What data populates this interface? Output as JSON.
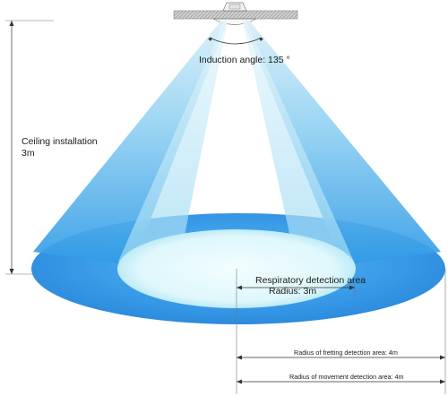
{
  "diagram": {
    "induction_angle_label": "Induction angle: 135 °",
    "ceiling_label_line1": "Ceiling installation",
    "ceiling_label_line2": "3m",
    "respiratory_label_line1": "Respiratory detection area",
    "respiratory_label_line2": "Radius: 3m",
    "fretting_label": "Radius of fretting detection area: 4m",
    "movement_label": "Radius of movement detection area: 4m",
    "colors": {
      "beam_top": "#bfe3f6",
      "beam_bottom": "#39a6ea",
      "outer_disc": "#2f8fe0",
      "outer_disc_edge": "#4fb0ee",
      "inner_disc": "#e9fbfd",
      "ceiling": "#9a9a9a"
    },
    "icons": [
      "sensor-icon"
    ]
  }
}
